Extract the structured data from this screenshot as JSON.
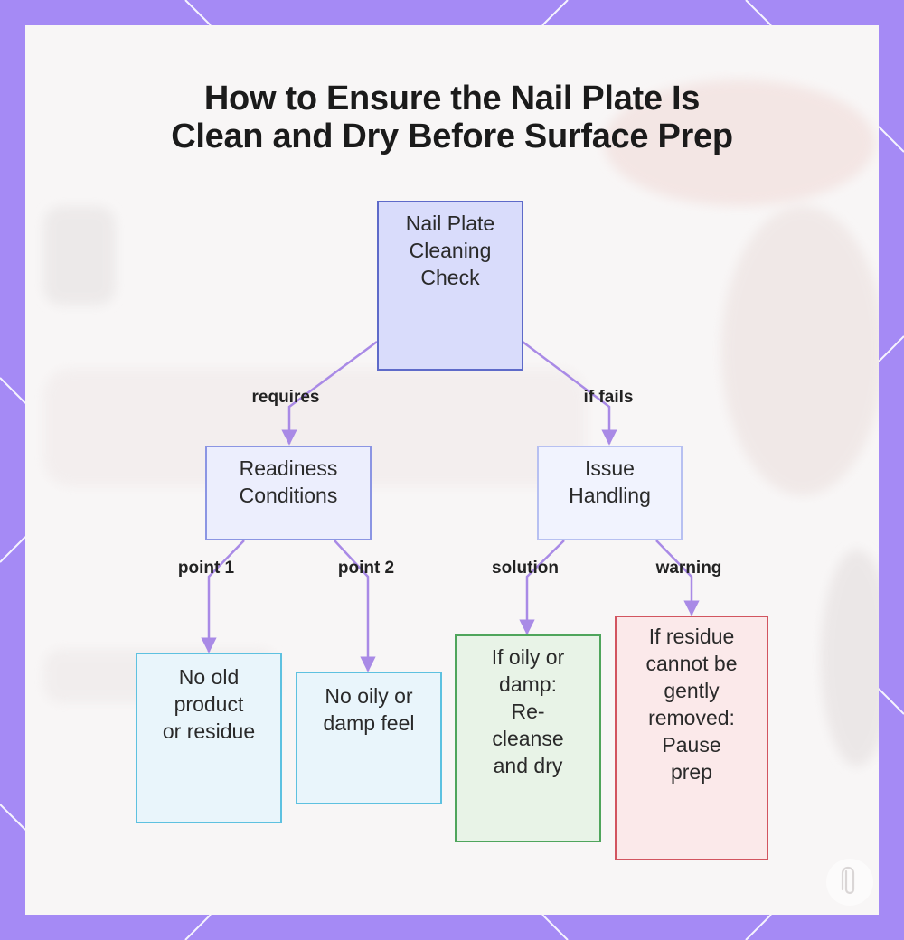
{
  "title": {
    "line1": "How to Ensure the Nail Plate Is",
    "line2": "Clean and Dry Before Surface Prep"
  },
  "nodes": {
    "root": [
      "Nail Plate",
      "Cleaning",
      "Check"
    ],
    "readiness": [
      "Readiness",
      "Conditions"
    ],
    "issue": [
      "Issue",
      "Handling"
    ],
    "no_residue": [
      "No old",
      "product",
      "or residue"
    ],
    "no_oily": [
      "No oily or",
      "damp feel"
    ],
    "solution": [
      "If oily or",
      "damp:",
      "Re-",
      "cleanse",
      "and dry"
    ],
    "warning": [
      "If residue",
      "cannot be",
      "gently",
      "removed:",
      "Pause",
      "prep"
    ]
  },
  "edges": {
    "requires": "requires",
    "if_fails": "if fails",
    "point1": "point 1",
    "point2": "point 2",
    "solution": "solution",
    "warning": "warning"
  },
  "colors": {
    "frame": "#a58af5",
    "connector": "#a98ae6",
    "root_fill": "#d9dcfb",
    "cyan_border": "#5ec1e0",
    "green_border": "#4fa55c",
    "red_border": "#d25560"
  },
  "icons": {
    "corner": "paperclip-icon"
  }
}
